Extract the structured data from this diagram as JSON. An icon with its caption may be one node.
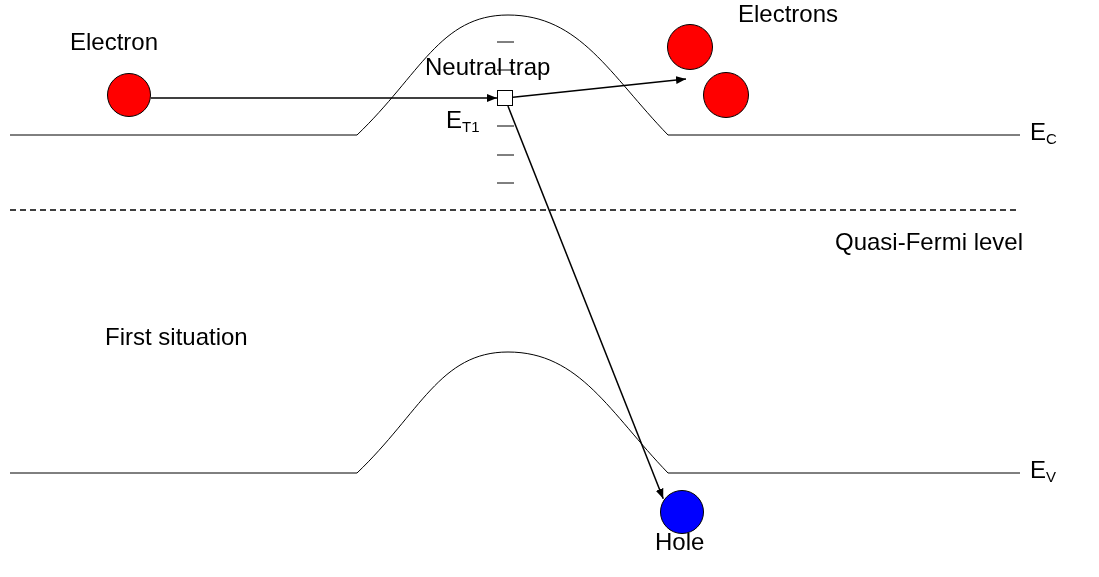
{
  "diagram": {
    "nodes": [
      {
        "text": [],
        "shape": "circle",
        "beside": [
          "Electron"
        ]
      },
      {
        "text": [],
        "shape": "box",
        "beside": [
          "Neutral trap"
        ]
      },
      {
        "text": [],
        "shape": "circle",
        "beside": [
          "Electrons"
        ]
      },
      {
        "text": [],
        "shape": "circle"
      },
      {
        "text": [],
        "shape": "circle",
        "beside": [
          "Hole"
        ]
      }
    ],
    "edges": [
      {
        "from": 0,
        "to": 1,
        "arrow": "to"
      },
      {
        "from": 1,
        "to": 2,
        "arrow": "to"
      },
      {
        "from": 1,
        "to": 4,
        "arrow": "to"
      }
    ],
    "labels": [
      "E$_{T1}$",
      "E$_{C}$",
      "Quasi-Fermi level",
      "First situation",
      "E$_{V}$"
    ]
  }
}
